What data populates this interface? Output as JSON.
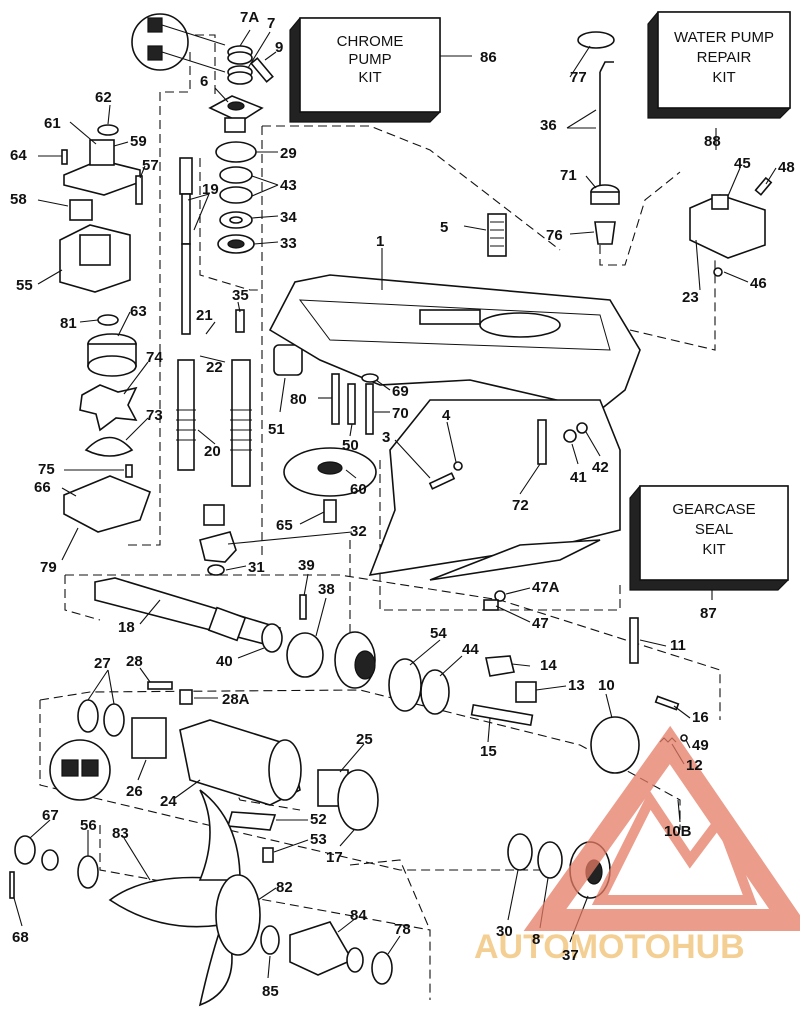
{
  "kits": {
    "chrome_pump": [
      "CHROME",
      "PUMP",
      "KIT"
    ],
    "water_pump_repair": [
      "WATER PUMP",
      "REPAIR",
      "KIT"
    ],
    "gearcase_seal": [
      "GEARCASE",
      "SEAL",
      "KIT"
    ]
  },
  "callouts": {
    "c1": "1",
    "c3": "3",
    "c4": "4",
    "c5": "5",
    "c6": "6",
    "c7": "7",
    "c7a": "7A",
    "c8": "8",
    "c9": "9",
    "c10": "10",
    "c10b": "10B",
    "c11": "11",
    "c12": "12",
    "c13": "13",
    "c14": "14",
    "c15": "15",
    "c16": "16",
    "c17": "17",
    "c18": "18",
    "c19": "19",
    "c20": "20",
    "c21": "21",
    "c22": "22",
    "c23": "23",
    "c24": "24",
    "c25": "25",
    "c26": "26",
    "c27": "27",
    "c28": "28",
    "c28a": "28A",
    "c29": "29",
    "c30": "30",
    "c31": "31",
    "c32": "32",
    "c33": "33",
    "c34": "34",
    "c35": "35",
    "c36": "36",
    "c37": "37",
    "c38": "38",
    "c39": "39",
    "c40": "40",
    "c41": "41",
    "c42": "42",
    "c43": "43",
    "c44": "44",
    "c45": "45",
    "c46": "46",
    "c47": "47",
    "c47a": "47A",
    "c48": "48",
    "c49": "49",
    "c50": "50",
    "c51": "51",
    "c52": "52",
    "c53": "53",
    "c54": "54",
    "c55": "55",
    "c56": "56",
    "c57": "57",
    "c58": "58",
    "c59": "59",
    "c60": "60",
    "c61": "61",
    "c62": "62",
    "c63": "63",
    "c64": "64",
    "c65": "65",
    "c66": "66",
    "c67": "67",
    "c68": "68",
    "c69": "69",
    "c70": "70",
    "c71": "71",
    "c72": "72",
    "c73": "73",
    "c74": "74",
    "c75": "75",
    "c76": "76",
    "c77": "77",
    "c78": "78",
    "c79": "79",
    "c80": "80",
    "c81": "81",
    "c82": "82",
    "c83": "83",
    "c84": "84",
    "c85": "85",
    "c86": "86",
    "c87": "87",
    "c88": "88"
  },
  "watermark": {
    "brand": "AUTOMOTOHUB",
    "color": "#e57b63"
  }
}
